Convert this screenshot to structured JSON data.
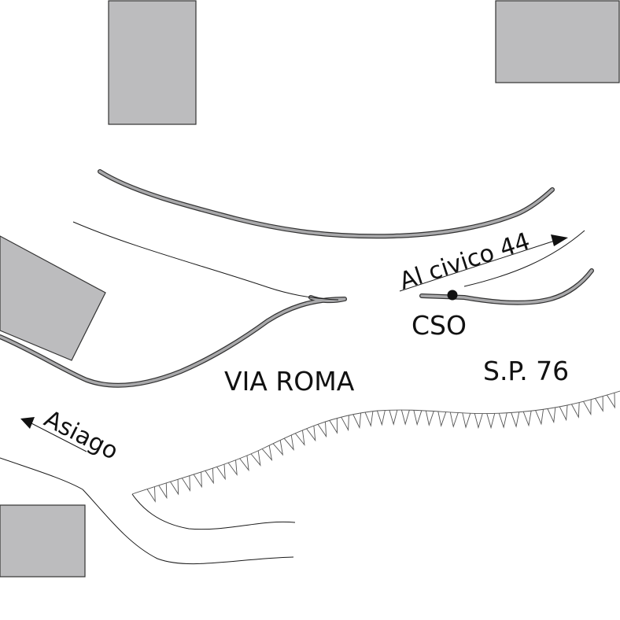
{
  "map": {
    "labels": {
      "road_name": "VIA ROMA",
      "province_road": "S.P. 76",
      "site_code": "CSO",
      "destination_house": "Al civico 44",
      "destination_town": "Asiago"
    },
    "colors": {
      "background": "#ffffff",
      "building_fill": "#bcbcbe",
      "line": "#1a1a1a",
      "wall_fill": "#a9a9ab"
    },
    "icons": {
      "site_marker": "filled-circle",
      "direction": "arrow-head"
    }
  }
}
